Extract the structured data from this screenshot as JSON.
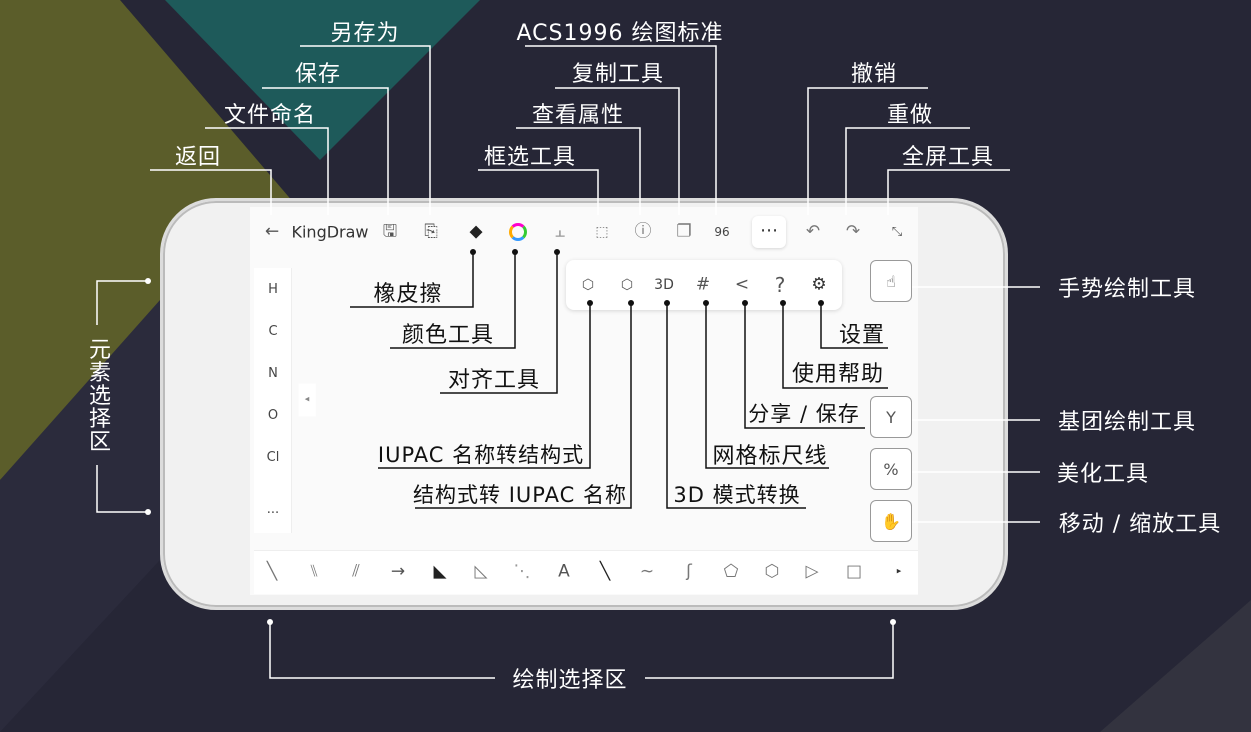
{
  "colors": {
    "background": "#262636",
    "olive": "#5b5d2a",
    "teal": "#1e5a5a"
  },
  "app": {
    "title": "KingDraw",
    "acs_label": "96",
    "view_3d": "3D",
    "elements": [
      "H",
      "C",
      "N",
      "O",
      "Cl",
      "..."
    ],
    "panel_icons": [
      "name-to-structure-icon",
      "structure-to-name-icon",
      "3d-icon",
      "grid-icon",
      "share-icon",
      "help-icon",
      "settings-icon"
    ],
    "bottom_tools": [
      "single-bond",
      "double-bond",
      "triple-bond",
      "arrow",
      "wedge-bond",
      "hollow-wedge-bond",
      "hashed-bond",
      "text",
      "bold-bond",
      "wavy-bond",
      "chain",
      "cyclopentane",
      "benzene",
      "triangle",
      "square",
      "more"
    ]
  },
  "annotations": {
    "save_as": "另存为",
    "save": "保存",
    "rename": "文件命名",
    "back": "返回",
    "acs": "ACS1996 绘图标准",
    "copy": "复制工具",
    "properties": "查看属性",
    "select": "框选工具",
    "undo": "撤销",
    "redo": "重做",
    "fullscreen": "全屏工具",
    "eraser": "橡皮擦",
    "color": "颜色工具",
    "align": "对齐工具",
    "iupac_to_structure": "IUPAC 名称转结构式",
    "structure_to_iupac": "结构式转 IUPAC 名称",
    "mode_3d": "3D 模式转换",
    "grid": "网格标尺线",
    "share": "分享 / 保存",
    "help": "使用帮助",
    "settings": "设置",
    "gesture": "手势绘制工具",
    "group": "基团绘制工具",
    "beautify": "美化工具",
    "move_zoom": "移动 / 缩放工具",
    "element_area": "元素选择区",
    "draw_area": "绘制选择区"
  }
}
